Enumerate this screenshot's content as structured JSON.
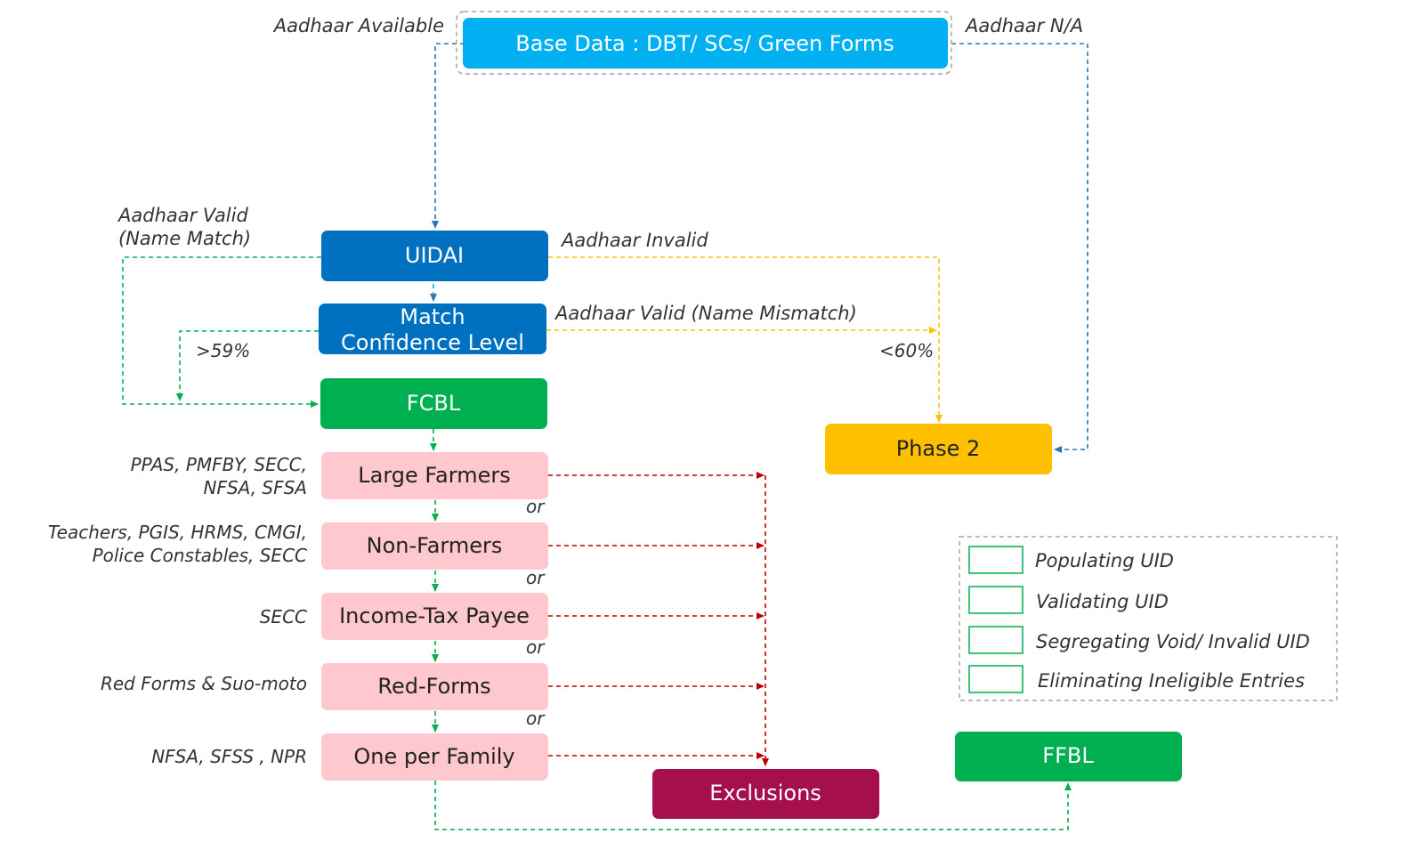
{
  "nodes": {
    "base_data": "Base Data : DBT/ SCs/ Green Forms",
    "uidai": "UIDAI",
    "match_line1": "Match",
    "match_line2": "Confidence Level",
    "fcbl": "FCBL",
    "phase2": "Phase 2",
    "large_farmers": "Large Farmers",
    "non_farmers": "Non-Farmers",
    "income_tax": "Income-Tax Payee",
    "red_forms": "Red-Forms",
    "one_per_family": "One per Family",
    "exclusions": "Exclusions",
    "ffbl": "FFBL"
  },
  "edge_labels": {
    "aadhaar_available": "Aadhaar Available",
    "aadhaar_na": "Aadhaar N/A",
    "aadhaar_valid_line1": "Aadhaar Valid",
    "aadhaar_valid_line2": "(Name Match)",
    "aadhaar_invalid": "Aadhaar Invalid",
    "aadhaar_valid_mismatch": "Aadhaar Valid (Name Mismatch)",
    "gt59": ">59%",
    "lt60": "<60%",
    "or": "or"
  },
  "sources": {
    "large_farmers_line1": "PPAS, PMFBY, SECC,",
    "large_farmers_line2": "NFSA, SFSA",
    "non_farmers_line1": "Teachers, PGIS, HRMS, CMGI,",
    "non_farmers_line2": "Police Constables, SECC",
    "income_tax": "SECC",
    "red_forms": "Red Forms & Suo-moto",
    "one_per_family": "NFSA, SFSS , NPR"
  },
  "legend": [
    {
      "label": "Populating UID"
    },
    {
      "label": "Validating UID"
    },
    {
      "label": "Segregating Void/ Invalid UID"
    },
    {
      "label": "Eliminating Ineligible Entries"
    }
  ],
  "colors": {
    "base_data": "#00B0F0",
    "uidai": "#0070C0",
    "fcbl": "#00B050",
    "phase2": "#FFC000",
    "criteria_fill": "#FFC7CE",
    "exclusions": "#A50F4D",
    "ffbl": "#00B050",
    "green_arrow": "#00B050",
    "red_arrow": "#C00000",
    "yellow_arrow": "#FFC000",
    "blue_arrow": "#2E75B6"
  }
}
